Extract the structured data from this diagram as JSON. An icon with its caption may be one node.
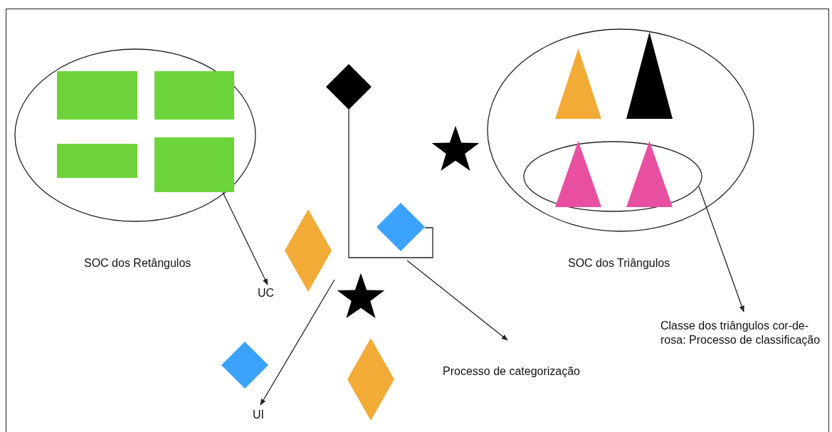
{
  "diagram": {
    "nodes": [
      {
        "text": [
          "SOC dos Retângulos"
        ]
      },
      {
        "text": [],
        "shape": "box",
        "in": 0
      },
      {
        "text": [],
        "shape": "box",
        "in": 0
      },
      {
        "text": [],
        "shape": "box",
        "in": 0
      },
      {
        "text": [],
        "shape": "box",
        "in": 0
      },
      {
        "text": [],
        "shape": "diamond"
      },
      {
        "text": [
          "SOC dos Triângulos"
        ]
      },
      {
        "text": [],
        "shape": "triangle",
        "in": 6
      },
      {
        "text": [],
        "shape": "triangle",
        "in": 6
      },
      {
        "text": [],
        "shape": "ellipse",
        "in": 6
      },
      {
        "text": [],
        "shape": "triangle",
        "in": 9
      },
      {
        "text": [],
        "shape": "triangle",
        "in": 9
      },
      {
        "text": [],
        "shape": "star"
      },
      {
        "text": [],
        "shape": "diamond"
      },
      {
        "text": [],
        "shape": "diamond"
      },
      {
        "text": [],
        "shape": "star"
      },
      {
        "text": [
          "UC"
        ]
      },
      {
        "text": [],
        "shape": "diamond"
      },
      {
        "text": [],
        "shape": "diamond"
      },
      {
        "text": [
          "Processo de categorização"
        ]
      },
      {
        "text": [
          "Classe dos triângulos cor-de-rosa: Processo de classificação"
        ]
      },
      {
        "text": [
          "UI"
        ]
      }
    ],
    "edges": [
      {
        "from": 4,
        "to": 16,
        "arrow": "to"
      },
      {
        "from": 5,
        "to": 14,
        "arrow": "none"
      },
      {
        "from": null,
        "to": 19,
        "arrow": "to"
      },
      {
        "from": null,
        "to": 21,
        "arrow": "to"
      },
      {
        "from": 9,
        "to": 20,
        "arrow": "to"
      }
    ]
  }
}
